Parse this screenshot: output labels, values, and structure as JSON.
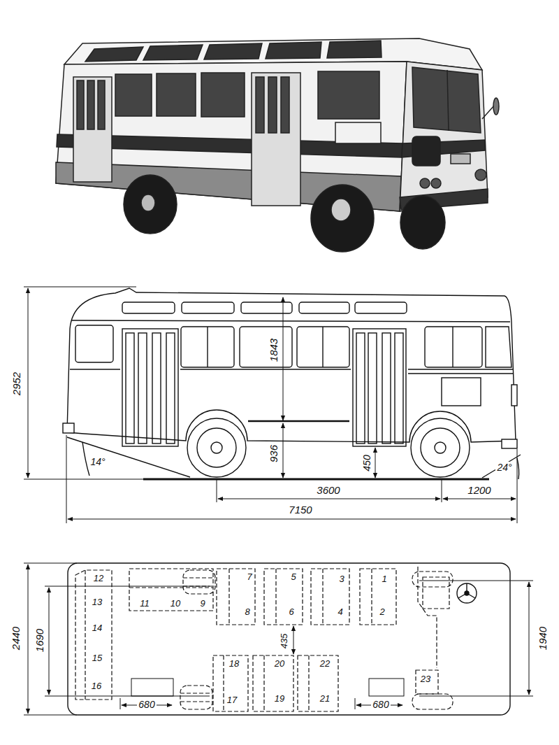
{
  "diagram": {
    "labels": [
      "2952",
      "1843",
      "936",
      "450",
      "14°",
      "24°",
      "3600",
      "1200",
      "7150",
      "2440",
      "1690",
      "12",
      "7",
      "5",
      "3",
      "1",
      "13",
      "11",
      "10",
      "9",
      "8",
      "6",
      "4",
      "2",
      "14",
      "435",
      "1940",
      "15",
      "18",
      "20",
      "22",
      "16",
      "23",
      "17",
      "19",
      "21",
      "680",
      "680"
    ]
  }
}
